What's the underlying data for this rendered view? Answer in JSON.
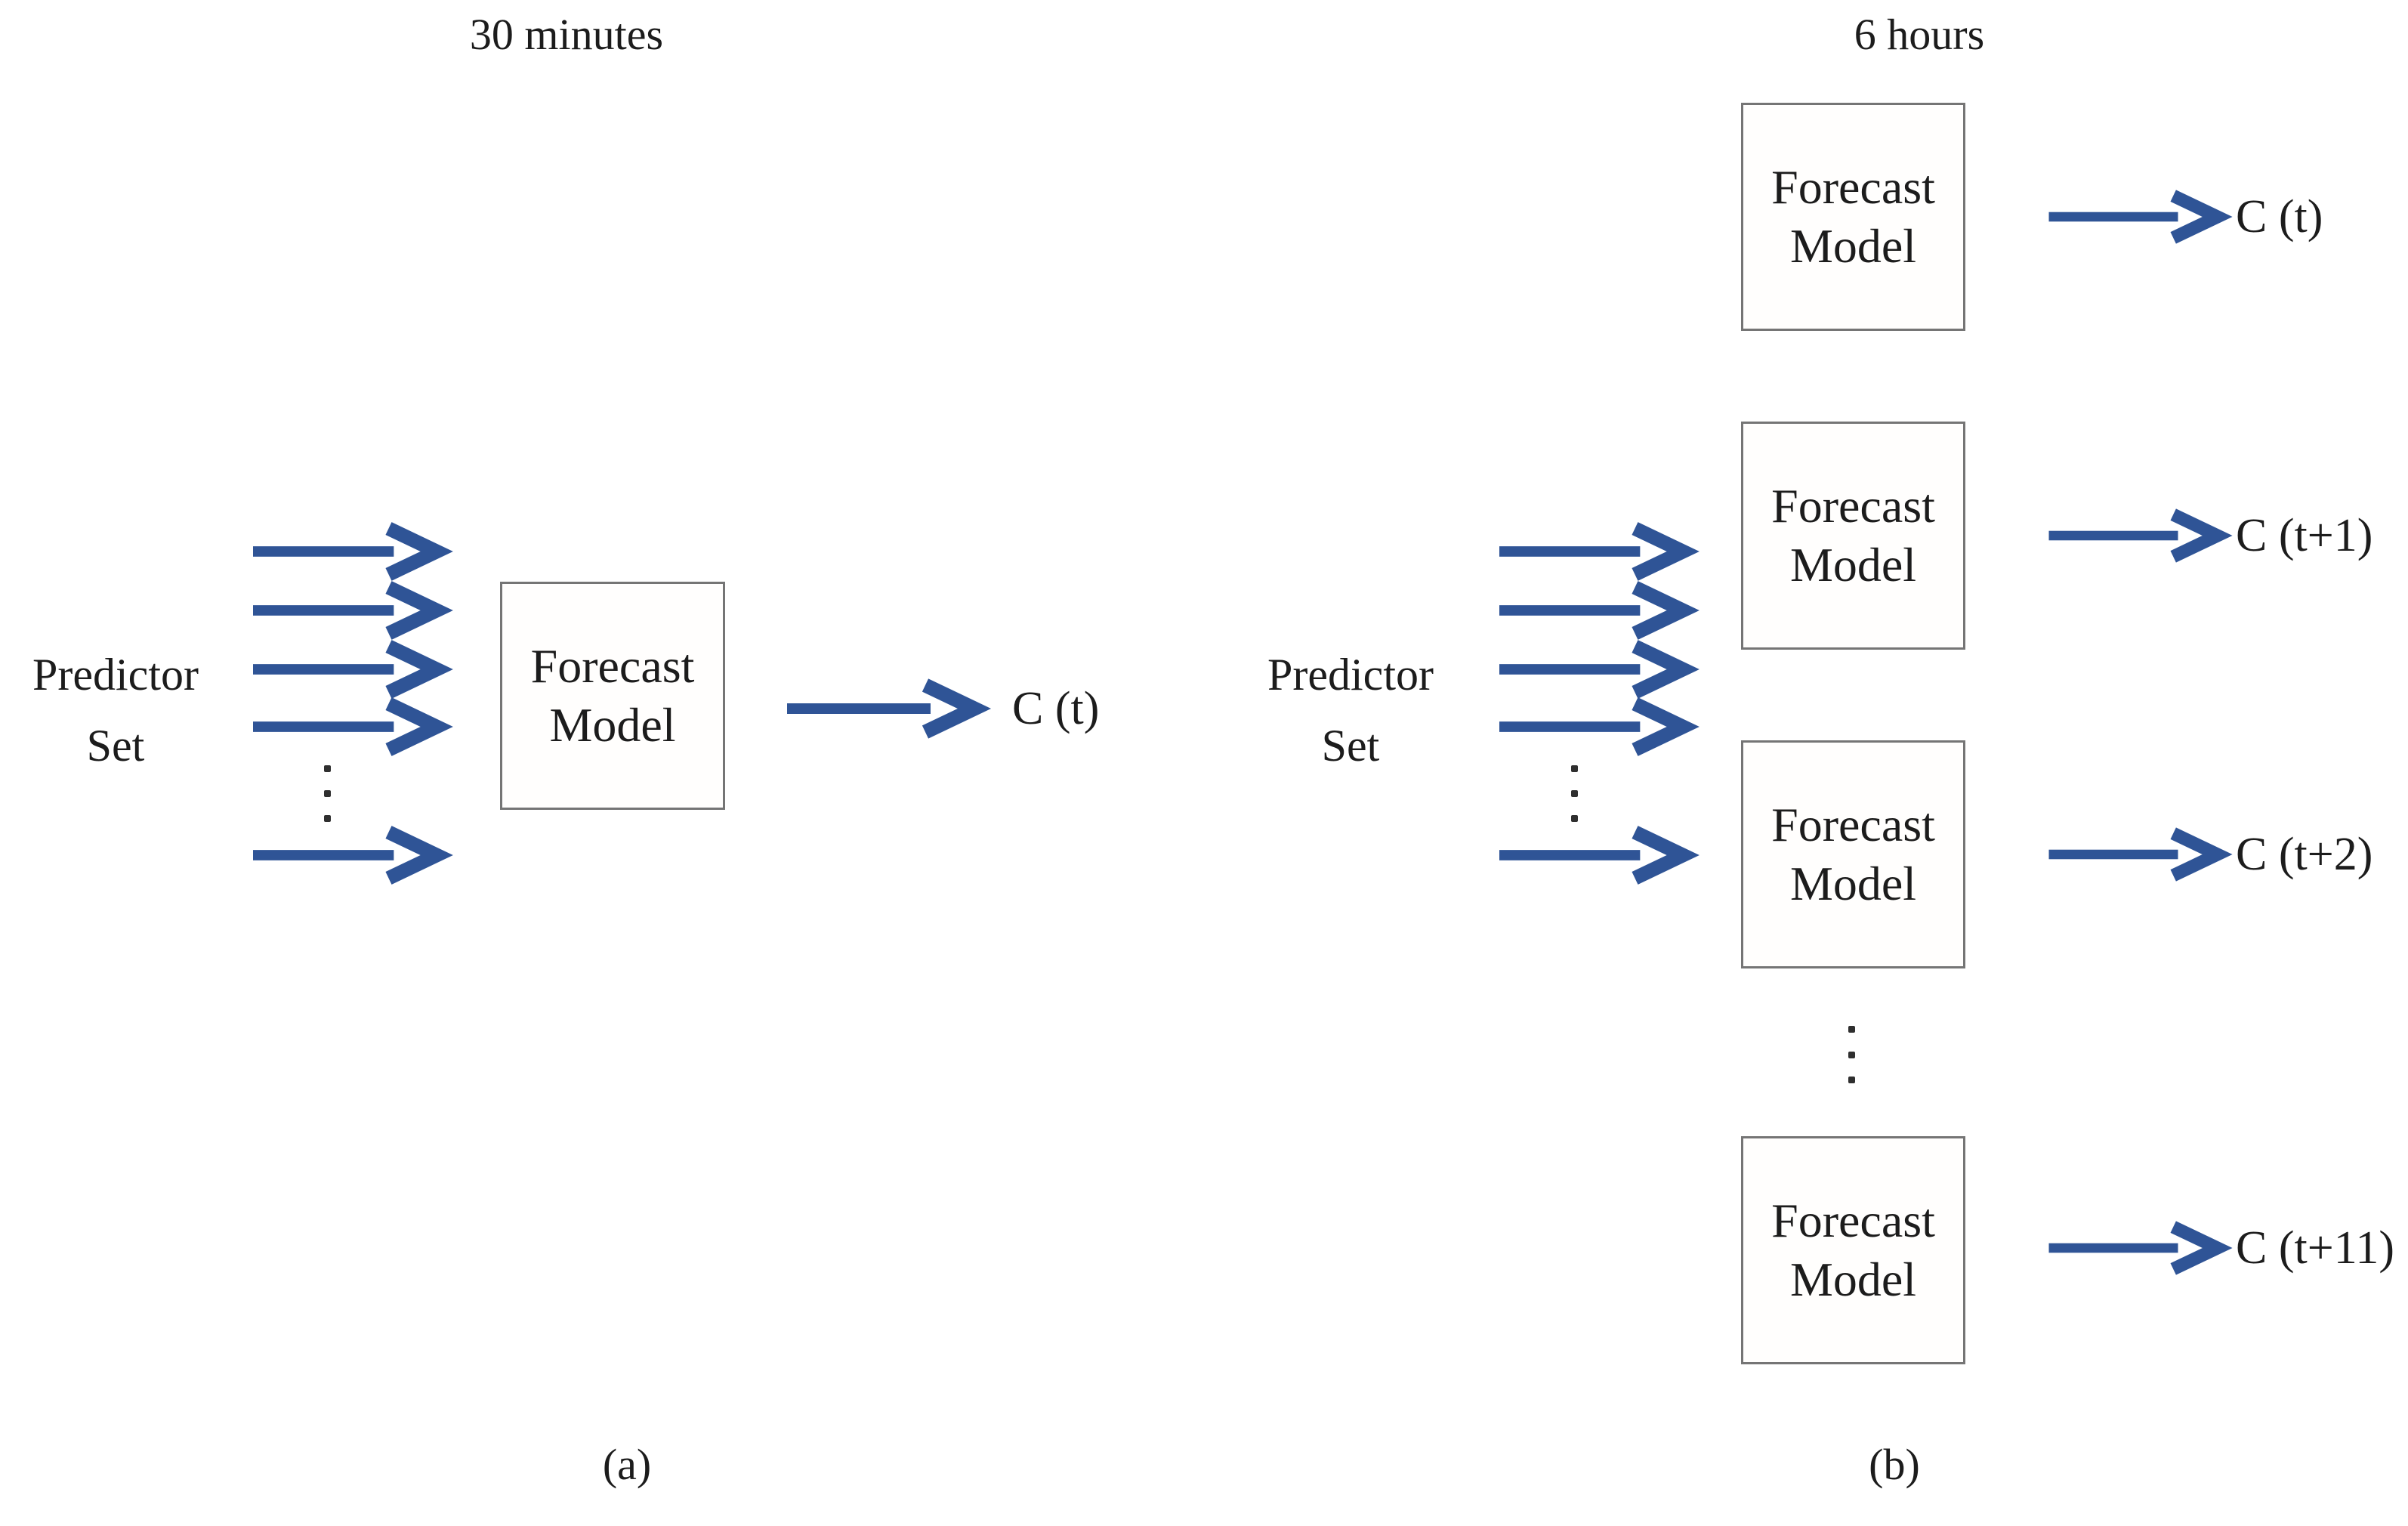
{
  "figure": {
    "panel_a": {
      "title": "30 minutes",
      "predictor_line1": "Predictor",
      "predictor_line2": "Set",
      "box_line1": "Forecast",
      "box_line2": "Model",
      "output_label": "C (t)",
      "caption": "(a)"
    },
    "panel_b": {
      "title": "6 hours",
      "predictor_line1": "Predictor",
      "predictor_line2": "Set",
      "boxes": [
        {
          "line1": "Forecast",
          "line2": "Model",
          "output_label": "C (t)"
        },
        {
          "line1": "Forecast",
          "line2": "Model",
          "output_label": "C (t+1)"
        },
        {
          "line1": "Forecast",
          "line2": "Model",
          "output_label": "C (t+2)"
        },
        {
          "line1": "Forecast",
          "line2": "Model",
          "output_label": "C (t+11)"
        }
      ],
      "caption": "(b)"
    },
    "colors": {
      "arrow_blue": "#2F5496",
      "box_border": "#757575",
      "text": "#1c1c1c"
    }
  }
}
